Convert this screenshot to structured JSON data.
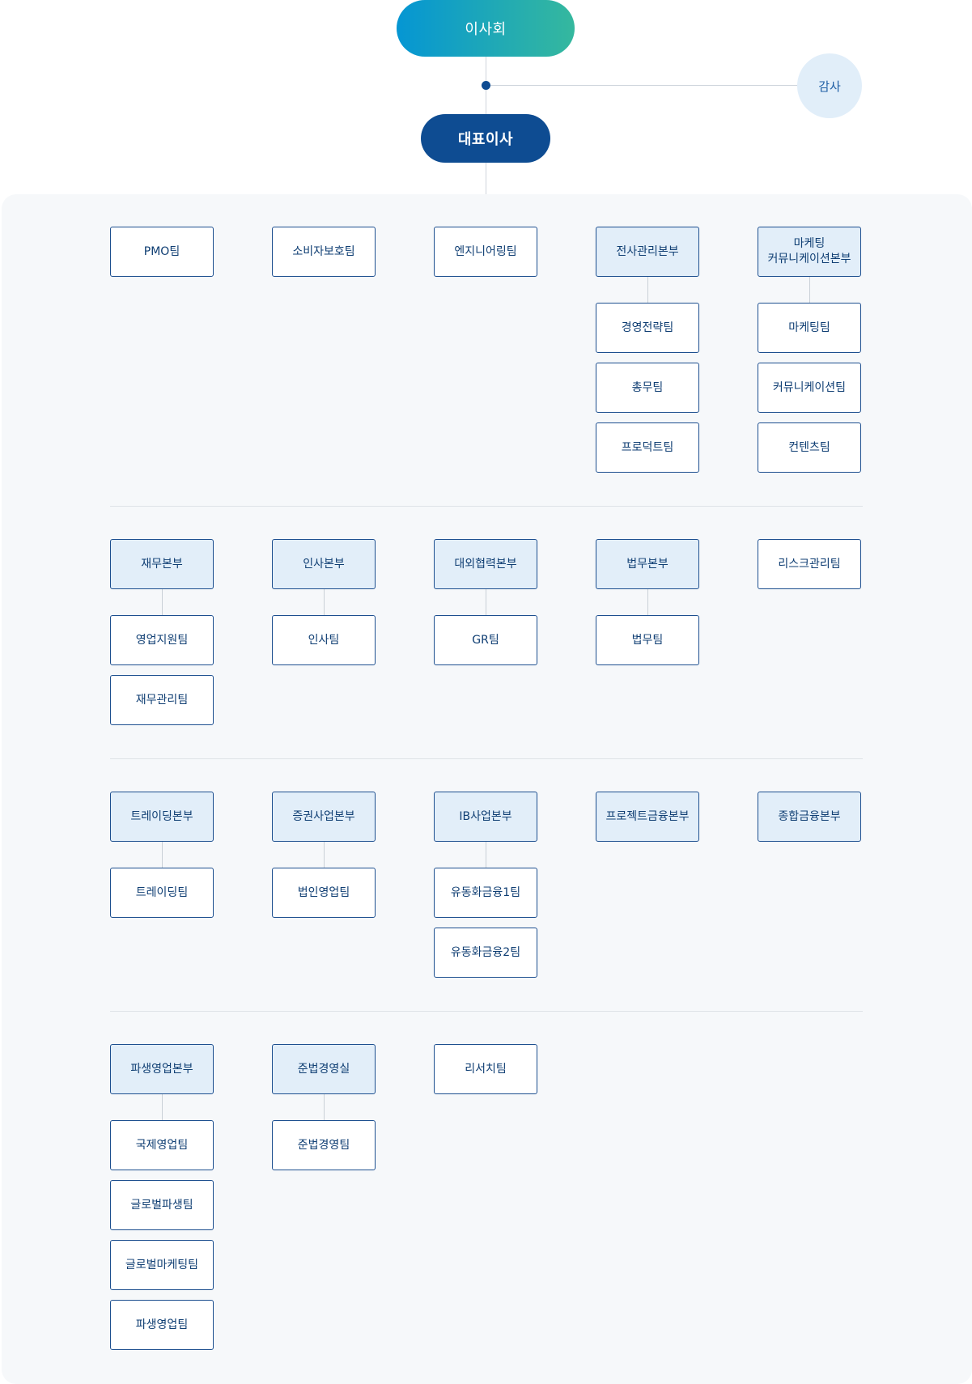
{
  "top": {
    "board": "이사회",
    "audit": "감사",
    "ceo": "대표이사"
  },
  "groups": [
    {
      "columns": [
        {
          "head": "PMO팀",
          "head_type": "team",
          "teams": []
        },
        {
          "head": "소비자보호팀",
          "head_type": "team",
          "teams": []
        },
        {
          "head": "엔지니어링팀",
          "head_type": "team",
          "teams": []
        },
        {
          "head": "전사관리본부",
          "head_type": "division",
          "teams": [
            "경영전략팀",
            "총무팀",
            "프로덕트팀"
          ]
        },
        {
          "head": "마케팅\n커뮤니케이션본부",
          "head_type": "division",
          "teams": [
            "마케팅팀",
            "커뮤니케이션팀",
            "컨텐츠팀"
          ]
        }
      ]
    },
    {
      "columns": [
        {
          "head": "재무본부",
          "head_type": "division",
          "teams": [
            "영업지원팀",
            "재무관리팀"
          ]
        },
        {
          "head": "인사본부",
          "head_type": "division",
          "teams": [
            "인사팀"
          ]
        },
        {
          "head": "대외협력본부",
          "head_type": "division",
          "teams": [
            "GR팀"
          ]
        },
        {
          "head": "법무본부",
          "head_type": "division",
          "teams": [
            "법무팀"
          ]
        },
        {
          "head": "리스크관리팀",
          "head_type": "team",
          "teams": []
        }
      ]
    },
    {
      "columns": [
        {
          "head": "트레이딩본부",
          "head_type": "division",
          "teams": [
            "트레이딩팀"
          ]
        },
        {
          "head": "증권사업본부",
          "head_type": "division",
          "teams": [
            "법인영업팀"
          ]
        },
        {
          "head": "IB사업본부",
          "head_type": "division",
          "teams": [
            "유동화금융1팀",
            "유동화금융2팀"
          ]
        },
        {
          "head": "프로젝트금융본부",
          "head_type": "division",
          "teams": []
        },
        {
          "head": "종합금융본부",
          "head_type": "division",
          "teams": []
        }
      ]
    },
    {
      "columns": [
        {
          "head": "파생영업본부",
          "head_type": "division",
          "teams": [
            "국제영업팀",
            "글로벌파생팀",
            "글로벌마케팅팀",
            "파생영업팀"
          ]
        },
        {
          "head": "준법경영실",
          "head_type": "division",
          "teams": [
            "준법경영팀"
          ]
        },
        {
          "head": "리서치팀",
          "head_type": "team",
          "teams": []
        }
      ]
    }
  ],
  "colors": {
    "board_gradient_start": "#0596d3",
    "board_gradient_end": "#35b89e",
    "ceo": "#0e4c92",
    "audit_bg": "#e1eef9",
    "box_border": "#1d4f8f",
    "division_fill": "#e2eef9",
    "panel_bg": "#f6f8fa"
  }
}
